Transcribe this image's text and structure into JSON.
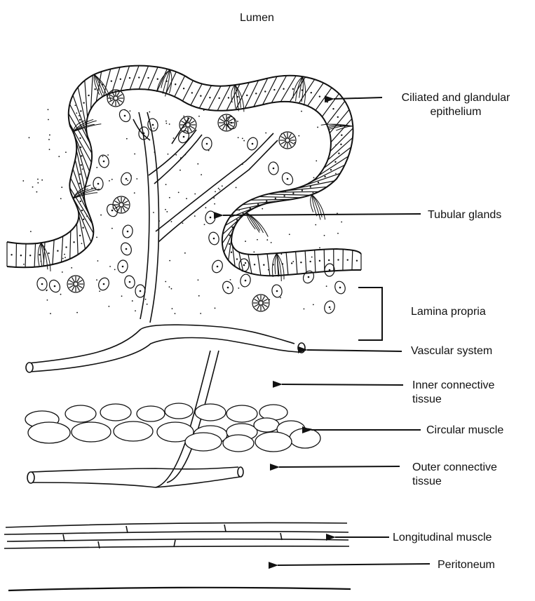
{
  "labels": {
    "lumen": "Lumen",
    "epithelium_line1": "Ciliated and glandular",
    "epithelium_line2": "epithelium",
    "tubular_glands": "Tubular glands",
    "lamina_propria": "Lamina propria",
    "vascular_system": "Vascular system",
    "inner_ct_line1": "Inner connective",
    "inner_ct_line2": "tissue",
    "circular_muscle": "Circular muscle",
    "outer_ct_line1": "Outer connective",
    "outer_ct_line2": "tissue",
    "longitudinal_muscle": "Longitudinal muscle",
    "peritoneum": "Peritoneum"
  },
  "colors": {
    "ink": "#111111",
    "background": "#ffffff"
  }
}
